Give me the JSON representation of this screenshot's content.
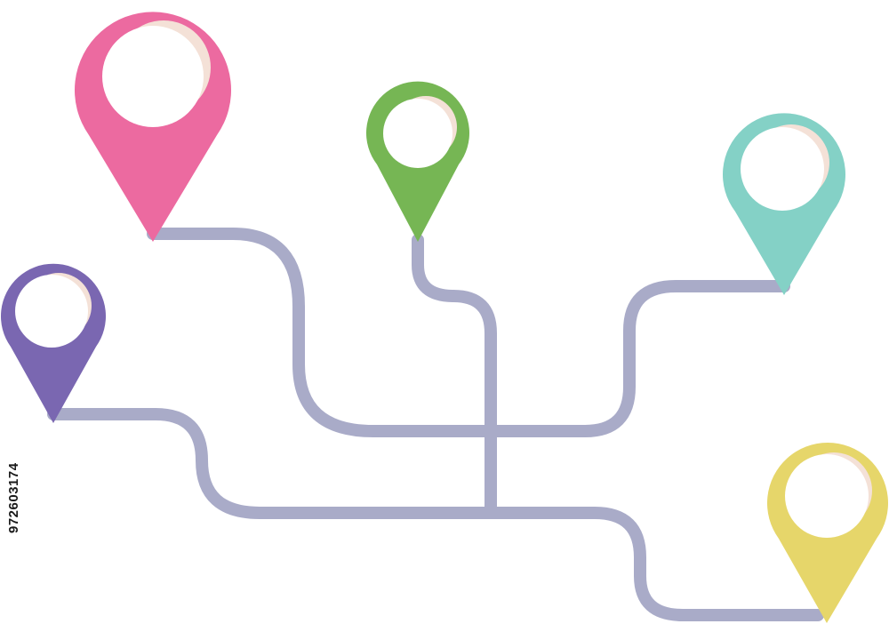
{
  "colors": {
    "route": "#a9abc8",
    "hole": "#ffffff",
    "highlight": "#f4e1d7"
  },
  "pins": [
    {
      "name": "pink",
      "color": "#ec6aa0"
    },
    {
      "name": "green",
      "color": "#76b654"
    },
    {
      "name": "teal",
      "color": "#84d1c6"
    },
    {
      "name": "purple",
      "color": "#7a67b1"
    },
    {
      "name": "yellow",
      "color": "#e6d66a"
    }
  ],
  "watermark": {
    "stock_id": "972603174"
  }
}
